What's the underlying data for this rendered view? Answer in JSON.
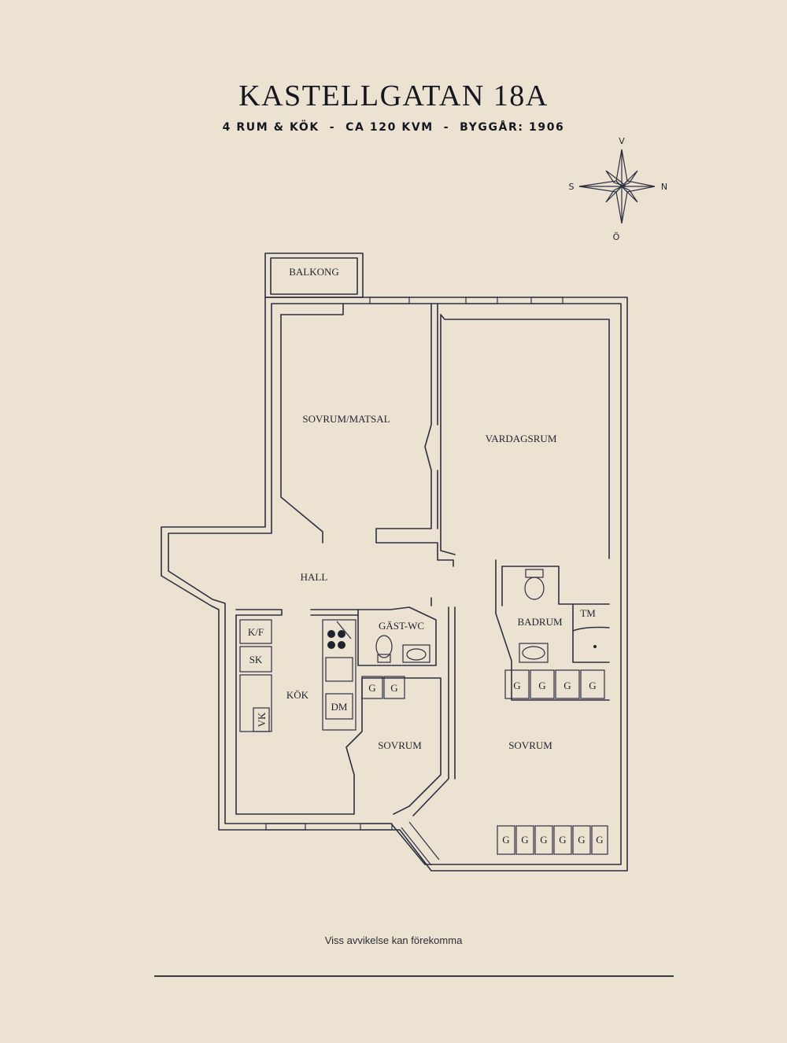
{
  "header": {
    "title": "KASTELLGATAN 18A",
    "subtitle": "4 RUM & KÖK  -  CA 120 KVM  -  BYGGÅR: 1906"
  },
  "compass": {
    "north": "N",
    "south": "S",
    "west": "V",
    "east": "Ö"
  },
  "rooms": {
    "balkong": "BALKONG",
    "sovrum_matsal": "SOVRUM/MATSAL",
    "vardagsrum": "VARDAGSRUM",
    "hall": "HALL",
    "gast_wc": "GÄST-WC",
    "badrum": "BADRUM",
    "kok": "KÖK",
    "sovrum_small": "SOVRUM",
    "sovrum_large": "SOVRUM"
  },
  "fixtures": {
    "kf": "K/F",
    "sk": "SK",
    "vk": "VK",
    "dm": "DM",
    "tm": "TM",
    "g": "G"
  },
  "footer": {
    "disclaimer": "Viss avvikelse kan förekomma"
  }
}
